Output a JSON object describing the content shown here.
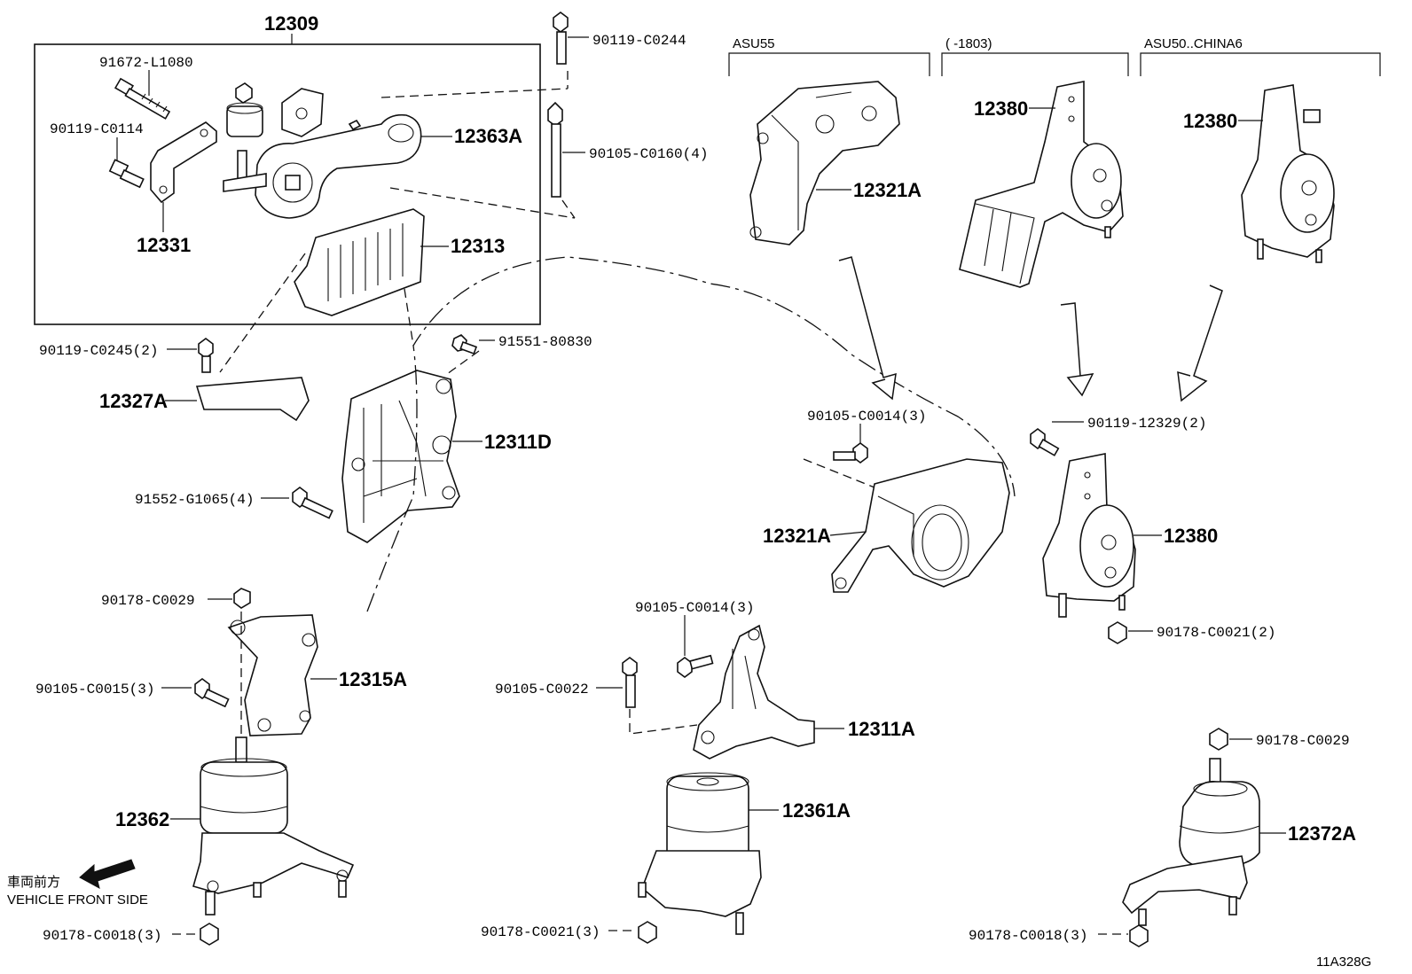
{
  "sections": {
    "asu55": "ASU55",
    "date_range": "(     -1803)",
    "china": "ASU50..CHINA6"
  },
  "labels": {
    "l12309": "12309",
    "l91672_L1080": "91672-L1080",
    "l90119_C0114": "90119-C0114",
    "l12331": "12331",
    "l12363A": "12363A",
    "l12313": "12313",
    "l90119_C0244": "90119-C0244",
    "l90105_C0160": "90105-C0160(4)",
    "l90119_C0245": "90119-C0245(2)",
    "l12327A": "12327A",
    "l91551_80830": "91551-80830",
    "l12311D": "12311D",
    "l91552_G1065": "91552-G1065(4)",
    "l90178_C0029a": "90178-C0029",
    "l12315A": "12315A",
    "l90105_C0015": "90105-C0015(3)",
    "l12362": "12362",
    "l90178_C0018a": "90178-C0018(3)",
    "l12321A_top": "12321A",
    "l12380_a": "12380",
    "l12380_b": "12380",
    "l90105_C0014_a": "90105-C0014(3)",
    "l12321A_mid": "12321A",
    "l90119_12329": "90119-12329(2)",
    "l12380_c": "12380",
    "l90178_C0021_a": "90178-C0021(2)",
    "l90105_C0014_b": "90105-C0014(3)",
    "l90105_C0022": "90105-C0022",
    "l12311A": "12311A",
    "l12361A": "12361A",
    "l90178_C0021_b": "90178-C0021(3)",
    "l90178_C0029b": "90178-C0029",
    "l12372A": "12372A",
    "l90178_C0018b": "90178-C0018(3)"
  },
  "front_side": {
    "jp": "車両前方",
    "en": "VEHICLE FRONT SIDE"
  },
  "drawing_code": "11A328G"
}
